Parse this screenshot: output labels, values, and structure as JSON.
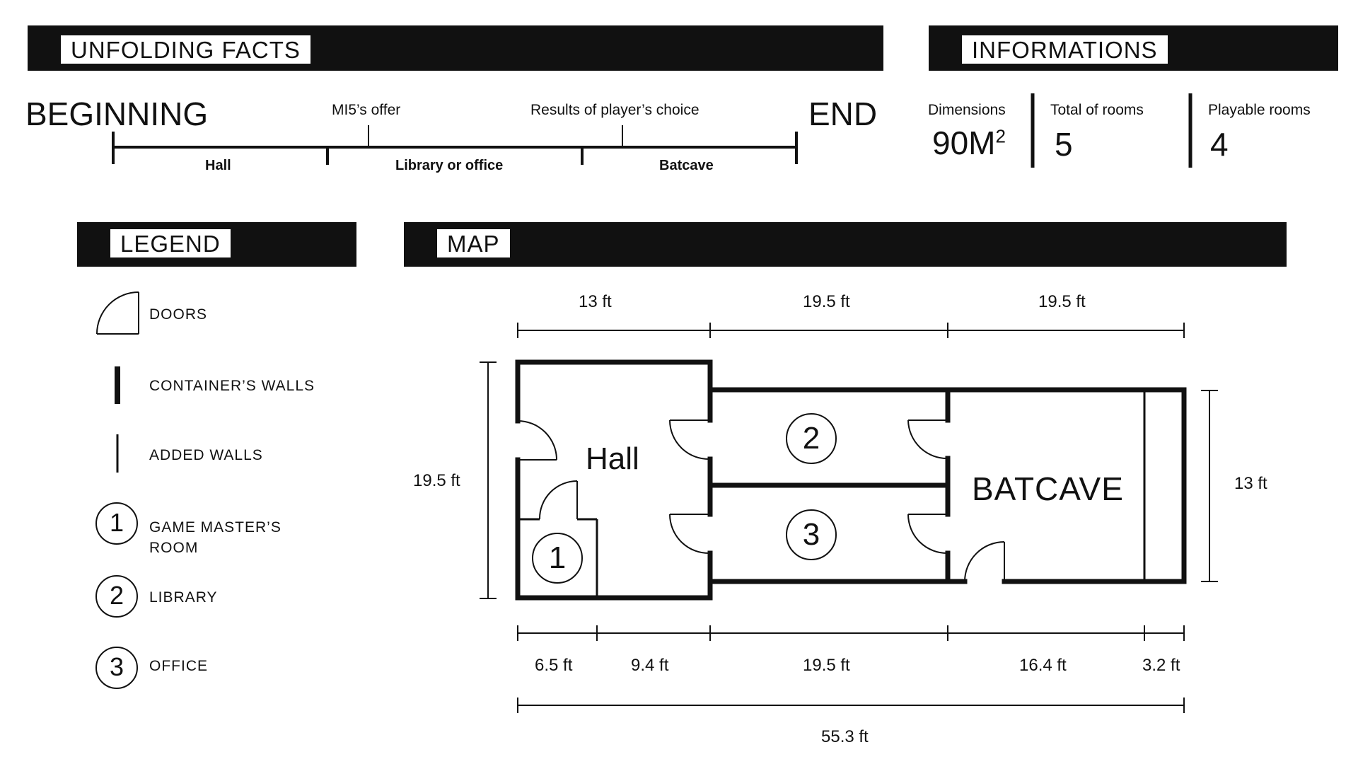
{
  "sections": {
    "unfolding": "UNFOLDING FACTS",
    "informations": "INFORMATIONS",
    "legend": "LEGEND",
    "map": "MAP"
  },
  "timeline": {
    "start": "BEGINNING",
    "end": "END",
    "events": [
      "MI5’s offer",
      "Results of player’s choice"
    ],
    "phases": [
      "Hall",
      "Library or office",
      "Batcave"
    ]
  },
  "info": {
    "dimensions_label": "Dimensions",
    "dimensions_value": "90M",
    "dimensions_unit_sup": "2",
    "total_rooms_label": "Total of rooms",
    "total_rooms_value": "5",
    "playable_rooms_label": "Playable rooms",
    "playable_rooms_value": "4"
  },
  "legend": {
    "items": [
      {
        "icon": "door-icon",
        "label": "DOORS"
      },
      {
        "icon": "container-wall-icon",
        "label": "CONTAINER’S WALLS"
      },
      {
        "icon": "added-wall-icon",
        "label": "ADDED WALLS"
      },
      {
        "icon": "room-1-marker-icon",
        "number": "1",
        "label_line1": "GAME MASTER’S",
        "label_line2": "ROOM"
      },
      {
        "icon": "room-2-marker-icon",
        "number": "2",
        "label": "LIBRARY"
      },
      {
        "icon": "room-3-marker-icon",
        "number": "3",
        "label": "OFFICE"
      }
    ]
  },
  "map": {
    "rooms": {
      "hall": "Hall",
      "batcave": "BATCAVE",
      "room1": "1",
      "room2": "2",
      "room3": "3"
    },
    "top_dims": [
      "13 ft",
      "19.5 ft",
      "19.5 ft"
    ],
    "left_dim": "19.5 ft",
    "right_dim": "13 ft",
    "bottom_dims": [
      "6.5 ft",
      "9.4 ft",
      "19.5 ft",
      "16.4 ft",
      "3.2 ft"
    ],
    "total_dim": "55.3 ft"
  }
}
